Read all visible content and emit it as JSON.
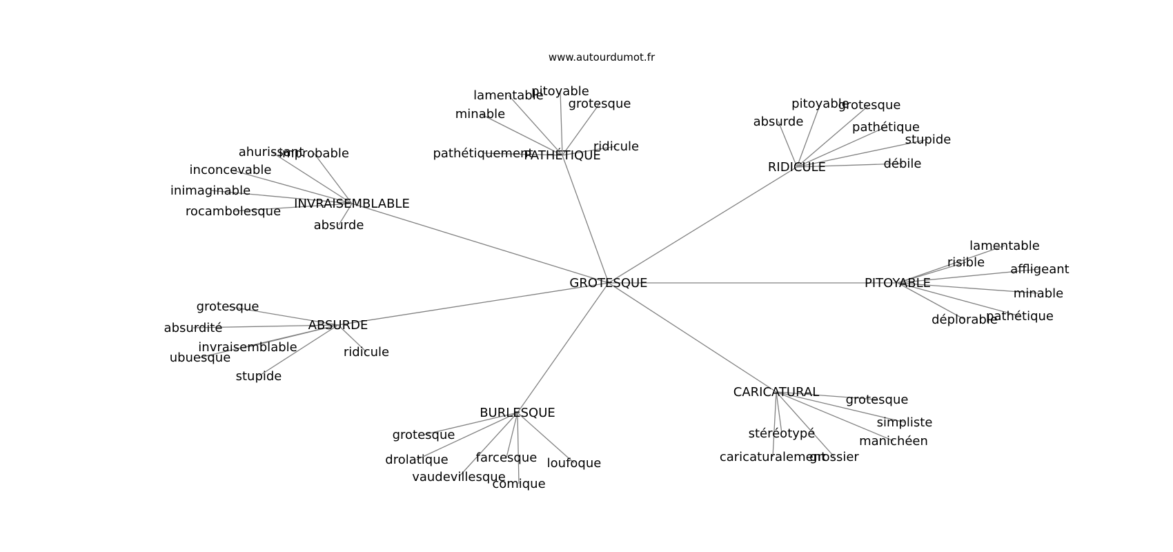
{
  "watermark": "www.autourdumot.fr",
  "colors": {
    "background": "#ffffff",
    "edge": "#808080",
    "text": "#000000"
  },
  "graph": {
    "center": {
      "id": "grotesque",
      "label": "GROTESQUE"
    },
    "hubs": [
      {
        "id": "pathetique",
        "label": "PATHÉTIQUE",
        "leaves": [
          "lamentable",
          "pitoyable",
          "minable",
          "grotesque",
          "ridicule",
          "pathétiquement"
        ]
      },
      {
        "id": "ridicule",
        "label": "RIDICULE",
        "leaves": [
          "pitoyable",
          "grotesque",
          "absurde",
          "pathétique",
          "stupide",
          "débile"
        ]
      },
      {
        "id": "invraisemblable",
        "label": "INVRAISEMBLABLE",
        "leaves": [
          "ahurissant",
          "improbable",
          "inconcevable",
          "inimaginable",
          "rocambolesque",
          "absurde"
        ]
      },
      {
        "id": "pitoyable",
        "label": "PITOYABLE",
        "leaves": [
          "lamentable",
          "risible",
          "affligeant",
          "minable",
          "pathétique",
          "déplorable"
        ]
      },
      {
        "id": "absurde",
        "label": "ABSURDE",
        "leaves": [
          "grotesque",
          "absurdité",
          "invraisemblable",
          "ubuesque",
          "ridicule",
          "stupide"
        ]
      },
      {
        "id": "burlesque",
        "label": "BURLESQUE",
        "leaves": [
          "grotesque",
          "drolatique",
          "farcesque",
          "loufoque",
          "vaudevillesque",
          "comique"
        ]
      },
      {
        "id": "caricatural",
        "label": "CARICATURAL",
        "leaves": [
          "grotesque",
          "simpliste",
          "stéréotypé",
          "manichéen",
          "caricaturalement",
          "grossier"
        ]
      }
    ]
  }
}
